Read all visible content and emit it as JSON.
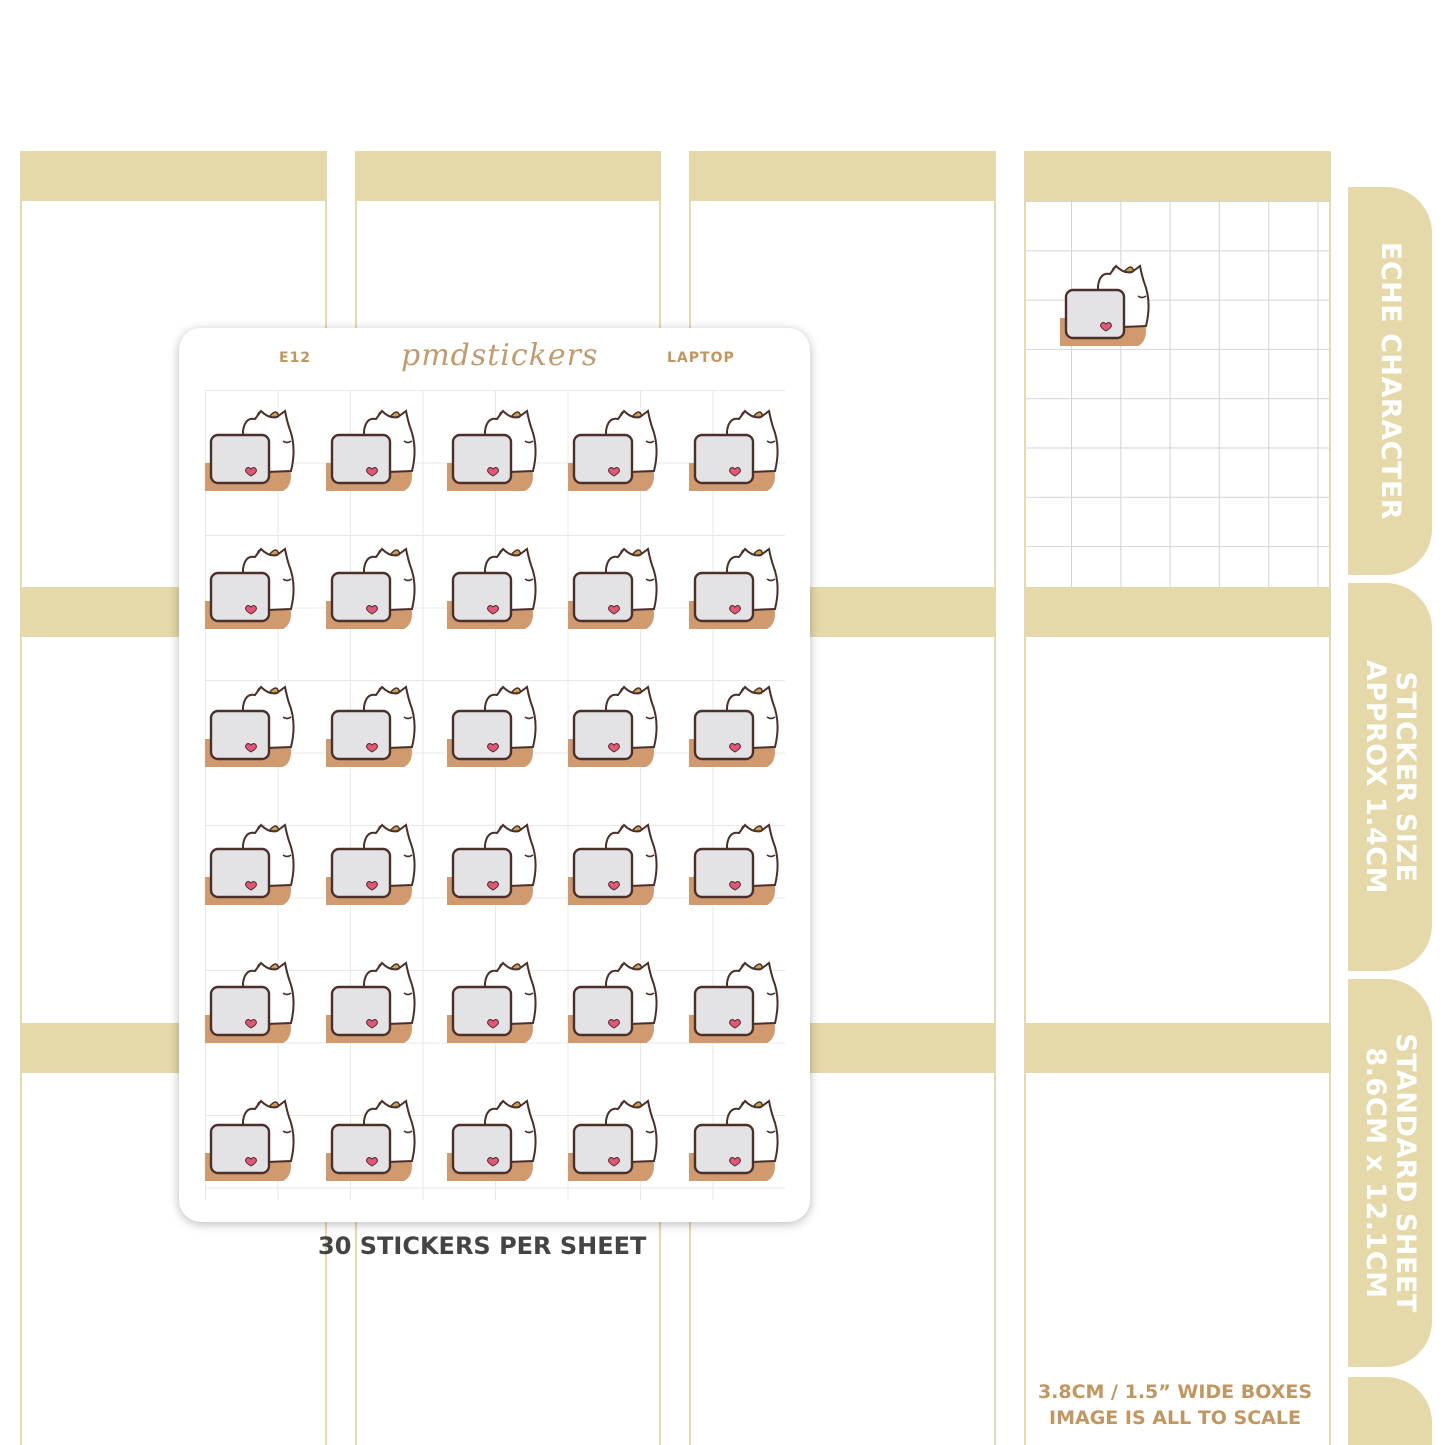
{
  "sheet": {
    "code": "E12",
    "brand": "pmdstickers",
    "name": "LAPTOP",
    "sticker_rows": 6,
    "sticker_cols": 5
  },
  "captions": {
    "per_sheet": "30 STICKERS PER SHEET",
    "width_note": "3.8CM / 1.5” WIDE BOXES",
    "scale_note": "IMAGE IS ALL TO SCALE"
  },
  "side_tabs": [
    {
      "lines": [
        "ECHE CHARACTER"
      ]
    },
    {
      "lines": [
        "STICKER SIZE",
        "APPROX 1.4CM"
      ]
    },
    {
      "lines": [
        "STANDARD SHEET",
        "8.6CM x 12.1CM"
      ]
    },
    {
      "lines": [
        ""
      ]
    }
  ],
  "colors": {
    "band": "#e5d8a9",
    "accent_text": "#c4965f",
    "desk": "#d19a6e",
    "laptop": "#e3e3e5",
    "heart": "#e45577",
    "leaf": "#c8a24e"
  },
  "sticker_icon": "cat-with-laptop-icon"
}
